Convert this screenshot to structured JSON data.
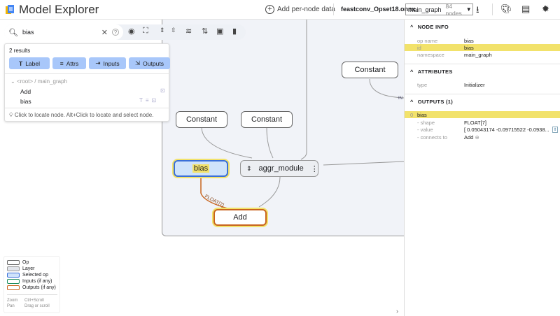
{
  "header": {
    "title": "Model Explorer",
    "add_per_node": "Add per-node data",
    "file_name": "feastconv_Opset18.onnx",
    "graph_select": "main_graph",
    "node_count": "84 nodes"
  },
  "search": {
    "value": "bias",
    "results_count": "2 results",
    "chips": [
      "Label",
      "Attrs",
      "Inputs",
      "Outputs"
    ],
    "group": "<root> / main_graph",
    "results": [
      "Add",
      "bias"
    ],
    "hint": "Click to locate node. Alt+Click to locate and select node."
  },
  "graph": {
    "nodes": {
      "constant1": "Constant",
      "constant2": "Constant",
      "constant3": "Constant",
      "bias": "bias",
      "aggr": "aggr_module",
      "add": "Add"
    },
    "edge_label": "FLOAT[7]",
    "edge_label_partial": "IN"
  },
  "legend": {
    "items": [
      "Op",
      "Layer",
      "Selected op",
      "Inputs (if any)",
      "Outputs (if any)"
    ],
    "zoom_k": "Zoom",
    "zoom_v": "Ctrl+Scroll",
    "pan_k": "Pan",
    "pan_v": "Drag or scroll"
  },
  "panel": {
    "node_info": {
      "title": "NODE INFO",
      "rows": [
        {
          "k": "op name",
          "v": "bias"
        },
        {
          "k": "id",
          "v": "bias"
        },
        {
          "k": "namespace",
          "v": "main_graph"
        }
      ]
    },
    "attributes": {
      "title": "ATTRIBUTES",
      "rows": [
        {
          "k": "type",
          "v": "Initializer"
        }
      ]
    },
    "outputs": {
      "title": "OUTPUTS (1)",
      "index": "0",
      "name": "bias",
      "rows": [
        {
          "k": "- shape",
          "v": "FLOAT[7]"
        },
        {
          "k": "- value",
          "v": "[ 0.05043174 -0.09715522 -0.0938..."
        },
        {
          "k": "- connects to",
          "v": "Add"
        }
      ]
    }
  },
  "colors": {
    "selected_fill": "#cfe3fb",
    "selected_border": "#3a6fd8",
    "highlight": "#f2e26b",
    "output_edge": "#c8641e",
    "chip": "#a8c7fa"
  }
}
